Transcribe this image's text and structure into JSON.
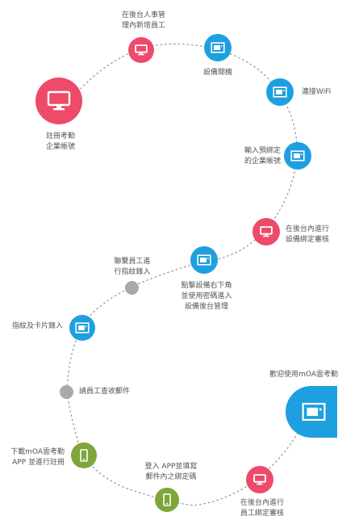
{
  "nodes": [
    {
      "label": "註冊考勤\n企業帳號",
      "color": "#ee4a6a",
      "icon": "monitor-icon"
    },
    {
      "label": "在後台人事管\n理內新增員工",
      "color": "#ee4a6a",
      "icon": "monitor-icon"
    },
    {
      "label": "設備開機",
      "color": "#1e9fe0",
      "icon": "device-icon"
    },
    {
      "label": "連接WiFi",
      "color": "#1e9fe0",
      "icon": "device-icon"
    },
    {
      "label": "輸入預綁定\n的企業帳號",
      "color": "#1e9fe0",
      "icon": "device-icon"
    },
    {
      "label": "在後台內進行\n設備綁定審核",
      "color": "#ee4a6a",
      "icon": "monitor-icon"
    },
    {
      "label": "點擊設備右下角\n並使用密碼進入\n設備後台管理",
      "color": "#1e9fe0",
      "icon": "device-icon"
    },
    {
      "label": "聯繫員工進\n行指紋錄入",
      "color": "#a9a9a9",
      "icon": ""
    },
    {
      "label": "指紋及卡片錄入",
      "color": "#1e9fe0",
      "icon": "device-icon"
    },
    {
      "label": "請員工查收郵件",
      "color": "#a9a9a9",
      "icon": ""
    },
    {
      "label": "下載mOA雲考勤\nAPP 並進行註冊",
      "color": "#7ea63b",
      "icon": "phone-icon"
    },
    {
      "label": "登入 APP並填寫\n郵件內之綁定碼",
      "color": "#7ea63b",
      "icon": "phone-icon"
    },
    {
      "label": "在後台內進行\n員工綁定審核",
      "color": "#ee4a6a",
      "icon": "monitor-icon"
    },
    {
      "label": "歡迎使用mOA雲考勤",
      "color": "#1e9fe0",
      "icon": "device-icon"
    }
  ]
}
